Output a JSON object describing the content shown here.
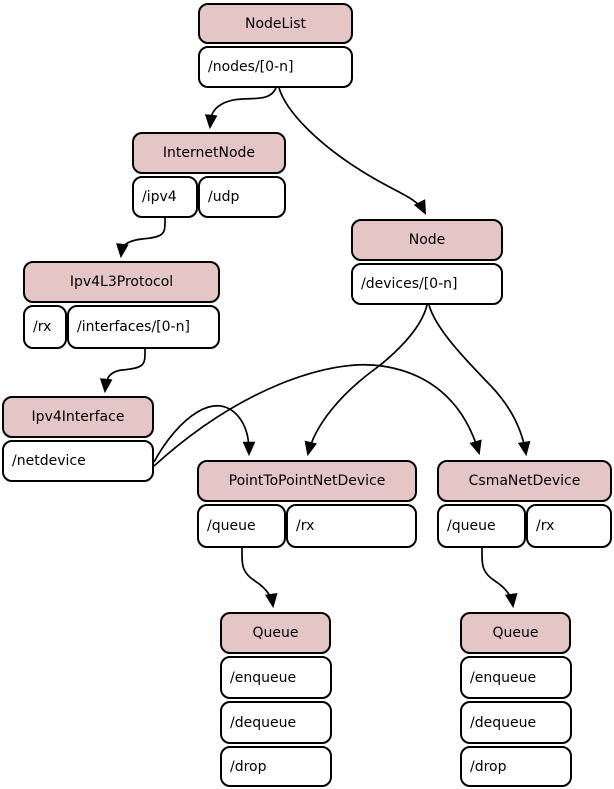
{
  "colors": {
    "background": "#ffffff",
    "node_header_fill": "#e5c6c6",
    "cell_fill": "#ffffff",
    "line_color": "#000000"
  },
  "nodes": [
    {
      "id": "nodelist",
      "title": "NodeList",
      "cells": [
        [
          "/nodes/[0-n]"
        ]
      ]
    },
    {
      "id": "internetnode",
      "title": "InternetNode",
      "cells": [
        [
          "/ipv4",
          "/udp"
        ]
      ]
    },
    {
      "id": "node",
      "title": "Node",
      "cells": [
        [
          "/devices/[0-n]"
        ]
      ]
    },
    {
      "id": "ipv4l3protocol",
      "title": "Ipv4L3Protocol",
      "cells": [
        [
          "/rx",
          "/interfaces/[0-n]"
        ]
      ]
    },
    {
      "id": "ipv4interface",
      "title": "Ipv4Interface",
      "cells": [
        [
          "/netdevice"
        ]
      ]
    },
    {
      "id": "pointtopointnetdevice",
      "title": "PointToPointNetDevice",
      "cells": [
        [
          "/queue",
          "/rx"
        ]
      ]
    },
    {
      "id": "csmanetdevice",
      "title": "CsmaNetDevice",
      "cells": [
        [
          "/queue",
          "/rx"
        ]
      ]
    },
    {
      "id": "queue-left",
      "title": "Queue",
      "cells": [
        [
          "/enqueue"
        ],
        [
          "/dequeue"
        ],
        [
          "/drop"
        ]
      ]
    },
    {
      "id": "queue-right",
      "title": "Queue",
      "cells": [
        [
          "/enqueue"
        ],
        [
          "/dequeue"
        ],
        [
          "/drop"
        ]
      ]
    }
  ],
  "edges": [
    {
      "from": "nodelist./nodes/[0-n]",
      "to": "internetnode"
    },
    {
      "from": "nodelist./nodes/[0-n]",
      "to": "node"
    },
    {
      "from": "internetnode./ipv4",
      "to": "ipv4l3protocol"
    },
    {
      "from": "ipv4l3protocol./interfaces/[0-n]",
      "to": "ipv4interface"
    },
    {
      "from": "ipv4interface./netdevice",
      "to": "pointtopointnetdevice"
    },
    {
      "from": "ipv4interface./netdevice",
      "to": "csmanetdevice"
    },
    {
      "from": "node./devices/[0-n]",
      "to": "pointtopointnetdevice"
    },
    {
      "from": "node./devices/[0-n]",
      "to": "csmanetdevice"
    },
    {
      "from": "pointtopointnetdevice./queue",
      "to": "queue-left"
    },
    {
      "from": "csmanetdevice./queue",
      "to": "queue-right"
    }
  ]
}
